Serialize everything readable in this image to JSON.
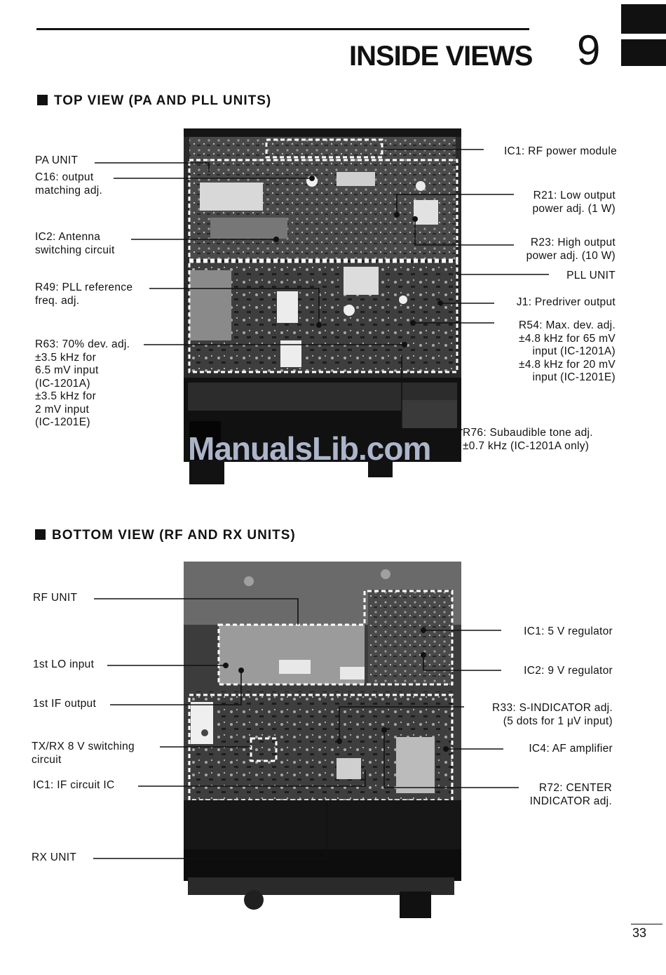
{
  "header": {
    "title": "INSIDE VIEWS",
    "chapter_number": "9"
  },
  "top_view": {
    "heading": "TOP VIEW (PA AND PLL UNITS)",
    "left_labels": [
      "PA UNIT",
      "C16: output\nmatching adj.",
      "IC2: Antenna\nswitching circuit",
      "R49: PLL reference\nfreq. adj.",
      "R63: 70% dev. adj.\n±3.5 kHz for\n6.5 mV input\n(IC-1201A)\n±3.5 kHz for\n2 mV input\n(IC-1201E)"
    ],
    "right_labels": [
      "IC1: RF power module",
      "R21: Low output\npower adj. (1 W)",
      "R23: High output\npower adj. (10 W)",
      "PLL UNIT",
      "J1: Predriver output",
      "R54: Max. dev. adj.\n±4.8 kHz for 65 mV\ninput (IC-1201A)\n±4.8 kHz for 20 mV\ninput (IC-1201E)",
      "R76: Subaudible tone adj.\n±0.7 kHz (IC-1201A only)"
    ]
  },
  "bottom_view": {
    "heading": "BOTTOM VIEW (RF AND RX UNITS)",
    "left_labels": [
      "RF UNIT",
      "1st LO input",
      "1st IF output",
      "TX/RX 8 V switching\ncircuit",
      "IC1: IF circuit IC",
      "RX UNIT"
    ],
    "right_labels": [
      "IC1: 5 V regulator",
      "IC2: 9 V regulator",
      "R33: S-INDICATOR adj.\n(5 dots for 1 μV input)",
      "IC4: AF amplifier",
      "R72: CENTER\nINDICATOR adj."
    ]
  },
  "watermark": "ManualsLib.com",
  "page_number": "33"
}
